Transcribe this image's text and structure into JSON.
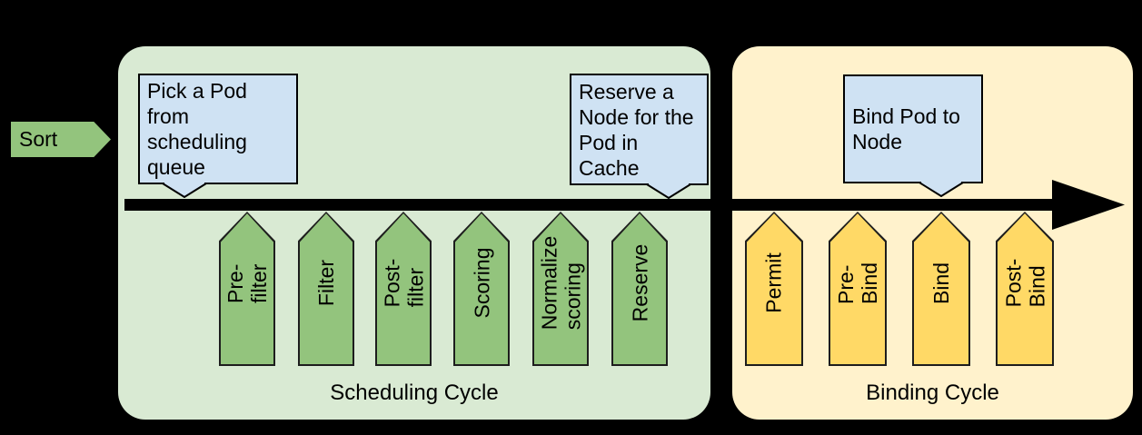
{
  "colors": {
    "background": "#000000",
    "scheduling_fill": "#d9ead3",
    "binding_fill": "#fff2cc",
    "green_shape": "#93c47d",
    "yellow_shape": "#ffd966",
    "callout_fill": "#cfe2f3",
    "outline": "#000000"
  },
  "sort": {
    "label": "Sort"
  },
  "scheduling_cycle": {
    "label": "Scheduling Cycle",
    "callouts": [
      "Pick a Pod from\nscheduling\nqueue",
      "Reserve a\nNode for the\nPod in Cache"
    ],
    "extension_points": [
      "Pre-filter",
      "Filter",
      "Post-filter",
      "Scoring",
      "Normalize scoring",
      "Reserve"
    ]
  },
  "binding_cycle": {
    "label": "Binding Cycle",
    "callouts": [
      "Bind Pod to\nNode"
    ],
    "extension_points": [
      "Permit",
      "Pre-Bind",
      "Bind",
      "Post-Bind"
    ]
  }
}
